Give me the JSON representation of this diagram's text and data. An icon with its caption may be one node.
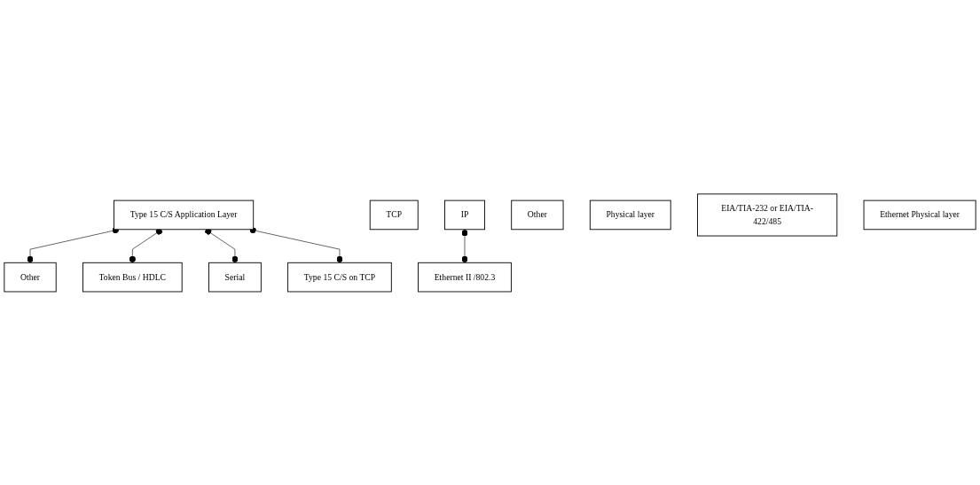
{
  "diagram": {
    "nodes": [
      {
        "text": [
          "Type 15 C/S Application Layer"
        ]
      },
      {
        "text": [
          "Type 15 C/S on TCP"
        ]
      },
      {
        "text": [
          "TCP"
        ]
      },
      {
        "text": [
          "IP"
        ]
      },
      {
        "text": [
          "Other"
        ]
      },
      {
        "text": [
          "Other"
        ]
      },
      {
        "text": [
          "Token Bus / HDLC"
        ]
      },
      {
        "text": [
          "Physical layer"
        ]
      },
      {
        "text": [
          "Serial"
        ]
      },
      {
        "text": [
          "EIA/TIA-232 or EIA/TIA-422/485"
        ]
      },
      {
        "text": [
          "Ethernet II /802.3"
        ]
      },
      {
        "text": [
          "Ethernet Physical layer"
        ]
      }
    ],
    "edges": [
      {
        "from": 0,
        "to": 4,
        "arrow": "other"
      },
      {
        "from": 0,
        "to": 6,
        "arrow": "other"
      },
      {
        "from": 0,
        "to": 8,
        "arrow": "other"
      },
      {
        "from": 0,
        "to": 1,
        "arrow": "other"
      },
      {
        "from": 3,
        "to": 10,
        "arrow": "other"
      }
    ]
  }
}
